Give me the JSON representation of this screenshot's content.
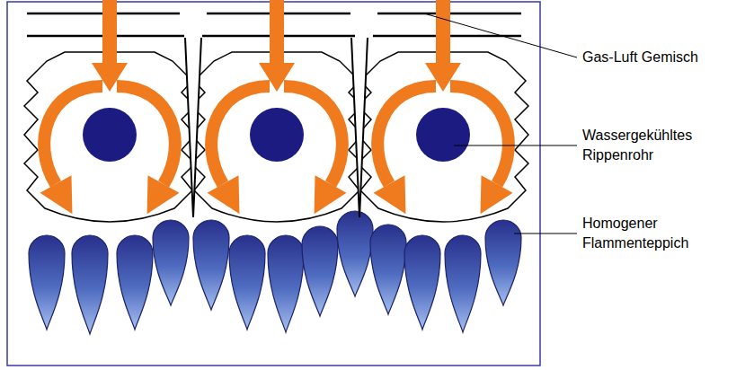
{
  "diagram": {
    "labels": [
      "Gas-Luft Gemisch",
      "Wassergekühltes Rippenrohr",
      "Homogener Flammenteppich"
    ]
  }
}
